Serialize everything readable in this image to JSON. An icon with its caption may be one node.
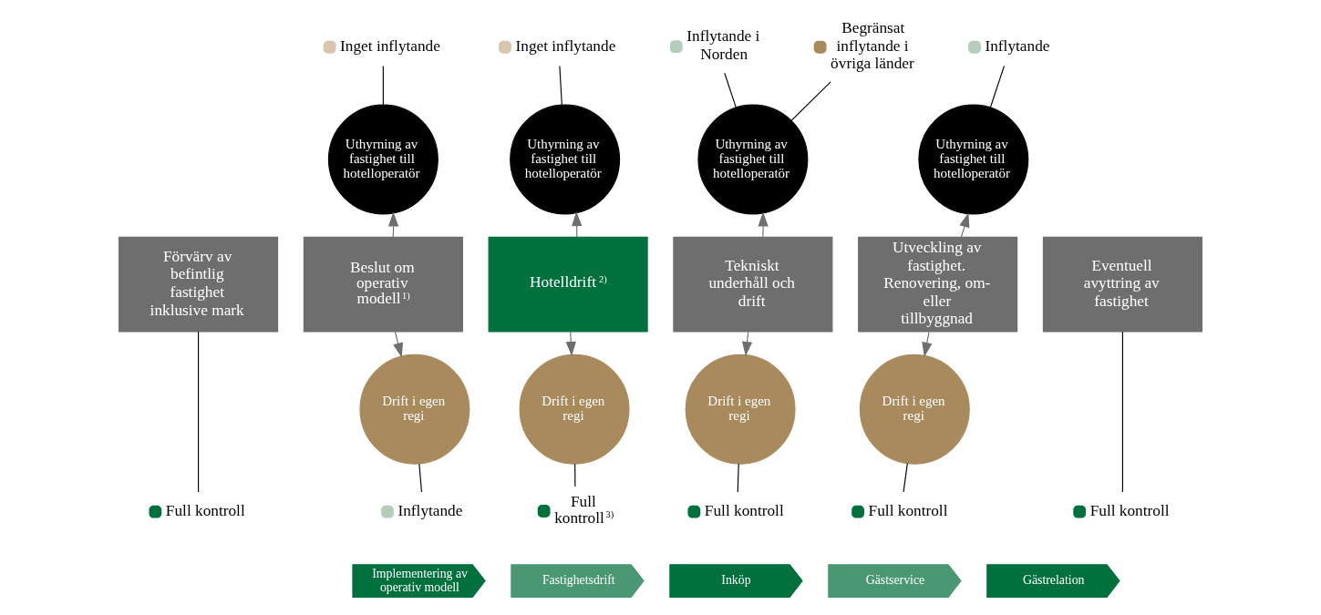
{
  "diagram": {
    "nodes": [
      {
        "text": [
          "Förvärv av befintlig fastighet inklusive mark"
        ]
      },
      {
        "text": [
          "Beslut om operativ modell$^{1)}$"
        ]
      },
      {
        "text": [
          "Hotelldrift$^{2)}$"
        ]
      },
      {
        "text": [
          "Tekniskt underhåll och drift"
        ]
      },
      {
        "text": [
          "Utveckling av fastighet. Renovering, om- eller tillbyggnad"
        ]
      },
      {
        "text": [
          "Eventuell avyttring av fastighet"
        ]
      },
      {
        "text": [
          "Uthyrning av fastighet till hotelloperatör"
        ]
      },
      {
        "text": [
          "Uthyrning av fastighet till hotelloperatör"
        ]
      },
      {
        "text": [
          "Uthyrning av fastighet till hotelloperatör"
        ]
      },
      {
        "text": [
          "Uthyrning av fastighet till hotelloperatör"
        ]
      },
      {
        "text": [
          "Drift i egen regi"
        ]
      },
      {
        "text": [
          "Drift i egen regi"
        ]
      },
      {
        "text": [
          "Drift i egen regi"
        ]
      },
      {
        "text": [
          "Drift i egen regi"
        ]
      },
      {
        "text": [
          "Inget inflytande"
        ]
      },
      {
        "text": [
          "Inget inflytande"
        ]
      },
      {
        "text": [
          "Inflytande i Norden"
        ]
      },
      {
        "text": [
          "Begränsat inflytande i övriga länder"
        ]
      },
      {
        "text": [
          "Inflytande"
        ]
      },
      {
        "text": [
          "Full kontroll"
        ]
      },
      {
        "text": [
          "Full kontroll"
        ]
      },
      {
        "text": [
          "Inflytande"
        ]
      },
      {
        "text": [
          "Full kontroll$^{3)}$"
        ]
      },
      {
        "text": [
          "Full kontroll"
        ]
      },
      {
        "text": [
          "Full kontroll"
        ]
      },
      {
        "text": [
          "Implementering av operativ modell"
        ]
      },
      {
        "text": [
          "Fastighetsdrift"
        ]
      },
      {
        "text": [
          "Inköp"
        ]
      },
      {
        "text": [
          "Gästservice"
        ]
      },
      {
        "text": [
          "Gästrelation"
        ]
      }
    ],
    "edges": [
      {
        "from": 1,
        "to": 6,
        "arrow": "to",
        "color": "#6e6e6e"
      },
      {
        "from": 1,
        "to": 10,
        "arrow": "to",
        "color": "#6e6e6e"
      },
      {
        "from": 2,
        "to": 7,
        "arrow": "to",
        "color": "#6e6e6e"
      },
      {
        "from": 2,
        "to": 11,
        "arrow": "to",
        "color": "#6e6e6e"
      },
      {
        "from": 3,
        "to": 8,
        "arrow": "to",
        "color": "#6e6e6e"
      },
      {
        "from": 3,
        "to": 12,
        "arrow": "to",
        "color": "#6e6e6e"
      },
      {
        "from": 4,
        "to": 9,
        "arrow": "to",
        "color": "#6e6e6e"
      },
      {
        "from": 4,
        "to": 13,
        "arrow": "to",
        "color": "#6e6e6e"
      },
      {
        "from": 14,
        "to": 6,
        "arrow": "none"
      },
      {
        "from": 15,
        "to": 7,
        "arrow": "none"
      },
      {
        "from": 16,
        "to": 8,
        "arrow": "none"
      },
      {
        "from": 17,
        "to": 8,
        "arrow": "none"
      },
      {
        "from": 18,
        "to": 9,
        "arrow": "none"
      },
      {
        "from": 0,
        "to": 19,
        "arrow": "none"
      },
      {
        "from": 5,
        "to": 20,
        "arrow": "none"
      },
      {
        "from": 10,
        "to": 21,
        "arrow": "none"
      },
      {
        "from": 11,
        "to": 22,
        "arrow": "none"
      },
      {
        "from": 12,
        "to": 23,
        "arrow": "none"
      },
      {
        "from": 13,
        "to": 24,
        "arrow": "none"
      }
    ]
  }
}
